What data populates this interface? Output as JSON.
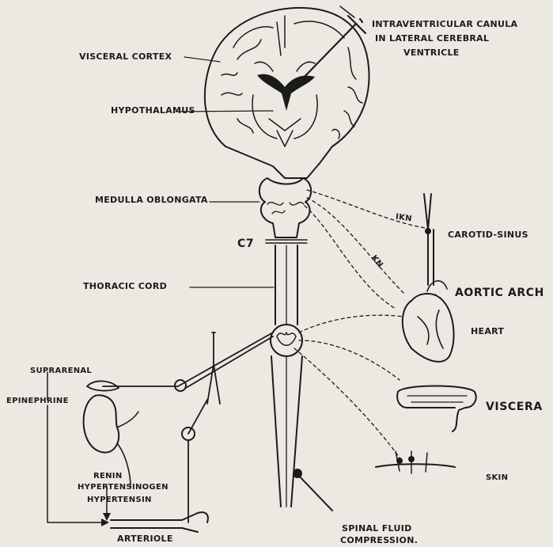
{
  "labels": {
    "canula": [
      "INTRAVENTRICULAR CANULA",
      "IN LATERAL CEREBRAL",
      "VENTRICLE"
    ],
    "visceral_cortex": "VISCERAL CORTEX",
    "hypothalamus": "HYPOTHALAMUS",
    "medulla": "MEDULLA OBLONGATA",
    "c7": "C7",
    "thoracic_cord": "THORACIC CORD",
    "ikn": "IKN",
    "kn": "KN",
    "carotid_sinus": "CAROTID-SINUS",
    "aortic_arch": "AORTIC ARCH",
    "heart": "HEART",
    "suprarenal": "SUPRARENAL",
    "epinephrine": "EPINEPHRINE",
    "renin": "RENIN",
    "hypertensinogen": "HYPERTENSINOGEN",
    "hypertensin": "HYPERTENSIN",
    "arteriole": "ARTERIOLE",
    "viscera": "VISCERA",
    "skin": "SKIN",
    "spinal_fluid": [
      "SPINAL FLUID",
      "COMPRESSION."
    ]
  }
}
